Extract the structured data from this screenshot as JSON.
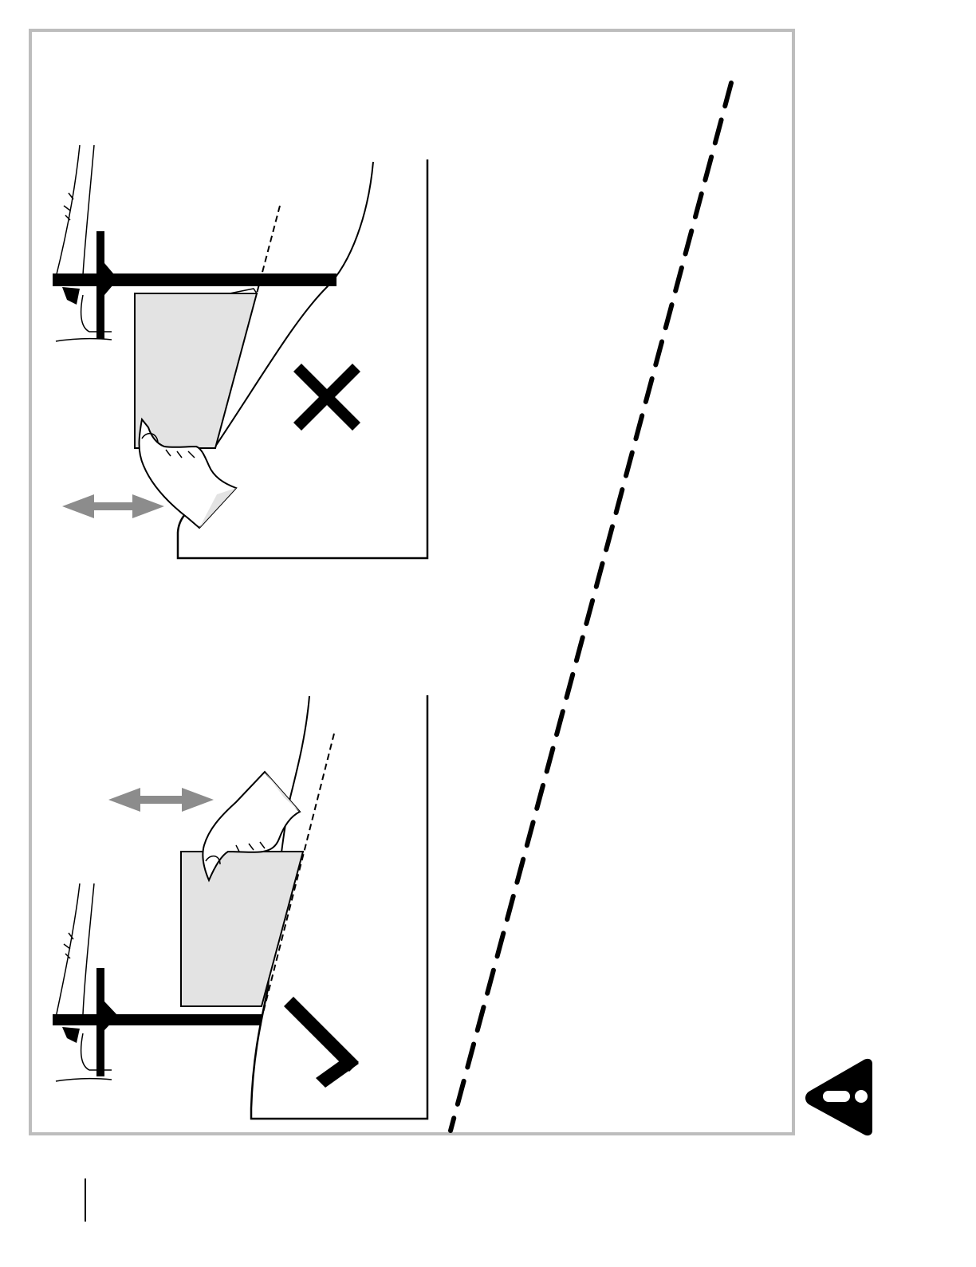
{
  "document": {
    "figure": {
      "frame_color": "#bdbdbd",
      "ink_color": "#000000",
      "sheet_color": "#e3e3e3",
      "arrow_color": "#8c8c8c",
      "panels": [
        {
          "id": "incorrect",
          "mark": "cross-mark-icon",
          "meaning": "incorrect"
        },
        {
          "id": "correct",
          "mark": "check-mark-icon",
          "meaning": "correct"
        }
      ]
    },
    "warning": {
      "icon": "warning-triangle-icon",
      "color": "#000000"
    }
  }
}
